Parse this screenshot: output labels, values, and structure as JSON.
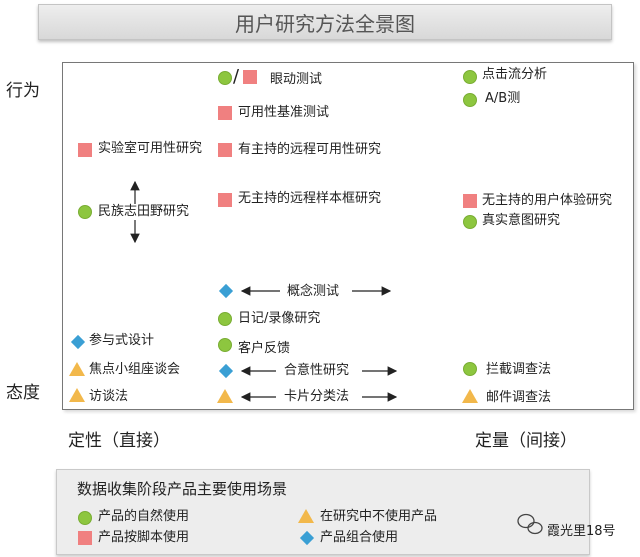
{
  "title": "用户研究方法全景图",
  "axes": {
    "y_top": "行为",
    "y_bottom": "态度",
    "x_left": "定性（直接）",
    "x_right": "定量（间接）"
  },
  "methods": {
    "eye_tracking": "眼动测试",
    "usability_benchmark": "可用性基准测试",
    "lab_usability": "实验室可用性研究",
    "moderated_remote": "有主持的远程可用性研究",
    "ethnographic": "民族志田野研究",
    "unmoderated_remote_panel": "无主持的远程样本框研究",
    "clickstream": "点击流分析",
    "ab_test": "A/B测",
    "unmoderated_ux": "无主持的用户体验研究",
    "true_intent": "真实意图研究",
    "concept_test": "概念测试",
    "diary": "日记/录像研究",
    "participatory_design": "参与式设计",
    "customer_feedback": "客户反馈",
    "focus_group": "焦点小组座谈会",
    "desirability": "合意性研究",
    "intercept_survey": "拦截调查法",
    "interview": "访谈法",
    "card_sort": "卡片分类法",
    "email_survey": "邮件调查法"
  },
  "legend": {
    "title": "数据收集阶段产品主要使用场景",
    "natural_use": "产品的自然使用",
    "scripted_use": "产品按脚本使用",
    "not_using": "在研究中不使用产品",
    "combination": "产品组合使用"
  },
  "watermark": "霞光里18号",
  "colors": {
    "circle": "#8dc63f",
    "square": "#f08080",
    "diamond": "#3a9fd4",
    "triangle": "#f2b84b"
  }
}
